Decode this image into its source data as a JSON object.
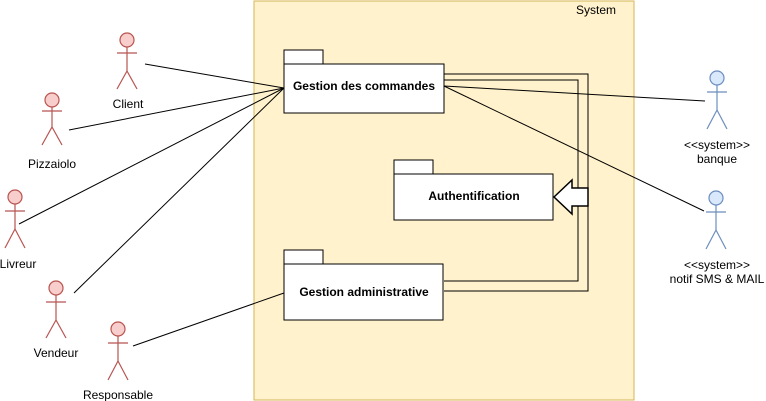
{
  "system": {
    "label": "System",
    "fill": "#fff2cc",
    "stroke": "#d6b656"
  },
  "packages": {
    "commandes": {
      "label": "Gestion des commandes"
    },
    "auth": {
      "label": "Authentification"
    },
    "admin": {
      "label": "Gestion administrative"
    }
  },
  "actors": {
    "client": {
      "label": "Client"
    },
    "pizzaiolo": {
      "label": "Pizzaiolo"
    },
    "livreur": {
      "label": "Livreur"
    },
    "vendeur": {
      "label": "Vendeur"
    },
    "responsable": {
      "label": "Responsable"
    },
    "banque": {
      "stereotype": "<<system>>",
      "label": "banque"
    },
    "notif": {
      "stereotype": "<<system>>",
      "label": "notif SMS & MAIL"
    }
  },
  "colors": {
    "human_actor_fill": "#f8cecc",
    "human_actor_stroke": "#b85450",
    "system_actor_fill": "#dae8fc",
    "system_actor_stroke": "#6c8ebf",
    "line": "#333333"
  }
}
